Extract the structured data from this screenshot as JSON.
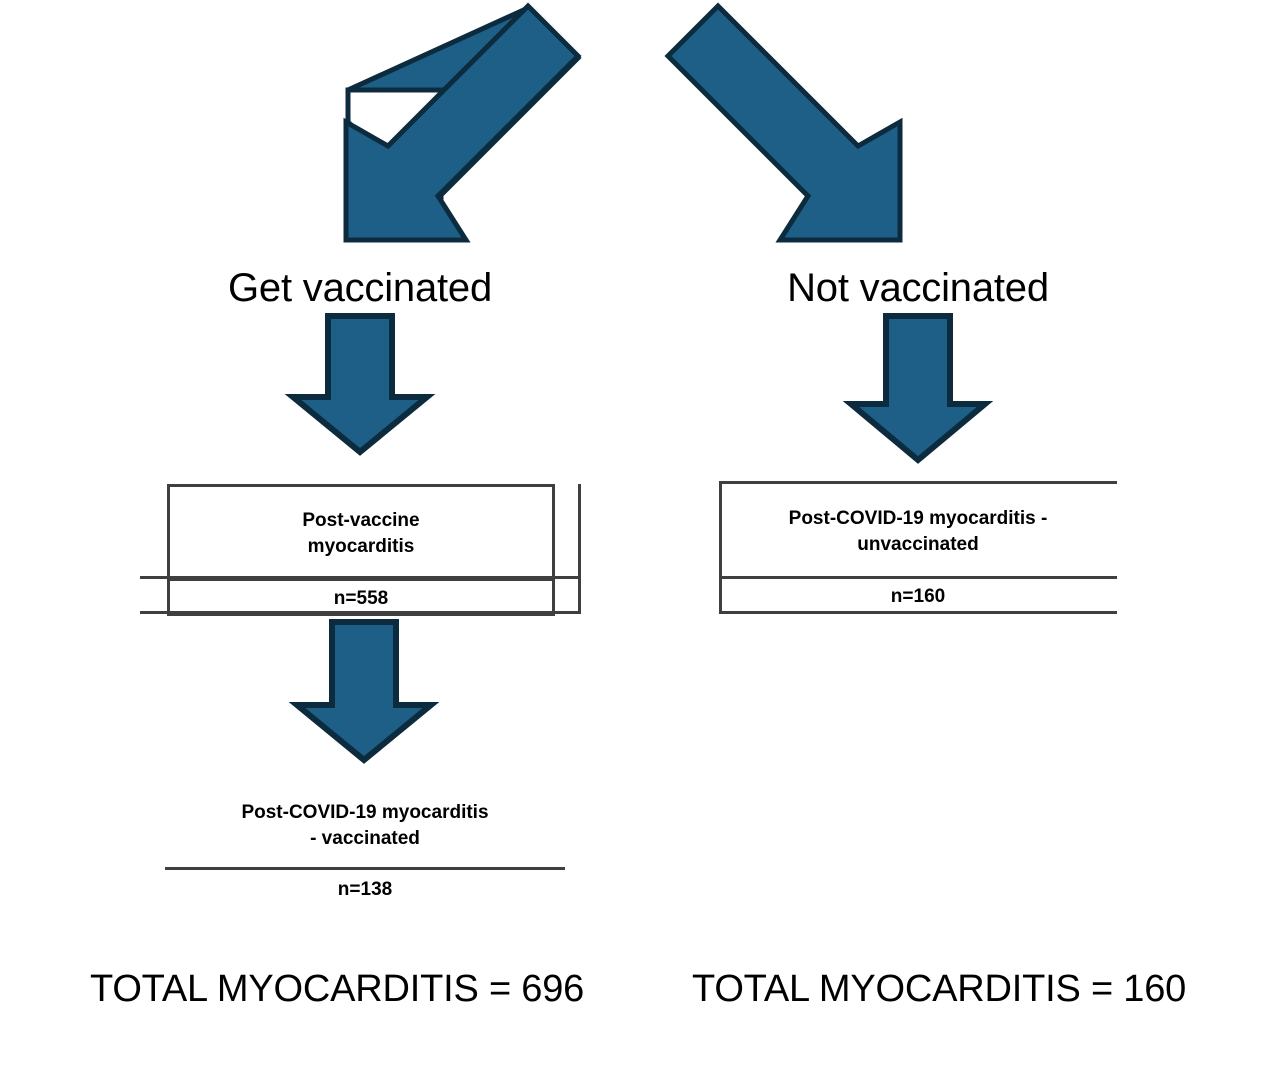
{
  "diagram": {
    "type": "flowchart",
    "title_visible": false,
    "colors": {
      "arrow_fill": "#1d5f86",
      "arrow_stroke": "#0d2b3e",
      "box_border": "#3f3f3f",
      "text": "#000000",
      "background": "#ffffff"
    },
    "branches": [
      {
        "id": "vaccinated",
        "label": "Get vaccinated",
        "nodes": [
          {
            "id": "post-vaccine-myocarditis",
            "title": "Post-vaccine myocarditis",
            "title_lines": [
              "Post-vaccine",
              "myocarditis"
            ],
            "count_label": "n=558",
            "count": 558
          },
          {
            "id": "post-covid-myocarditis-vaccinated",
            "title": "Post-COVID-19 myocarditis - vaccinated",
            "title_lines": [
              "Post-COVID-19 myocarditis",
              "- vaccinated"
            ],
            "count_label": "n=138",
            "count": 138
          }
        ],
        "total_label": "TOTAL MYOCARDITIS = 696",
        "total": 696
      },
      {
        "id": "unvaccinated",
        "label": "Not vaccinated",
        "nodes": [
          {
            "id": "post-covid-myocarditis-unvaccinated",
            "title": "Post-COVID-19 myocarditis - unvaccinated",
            "title_lines": [
              "Post-COVID-19 myocarditis -",
              "unvaccinated"
            ],
            "count_label": "n=160",
            "count": 160
          }
        ],
        "total_label": "TOTAL MYOCARDITIS = 160",
        "total": 160
      }
    ],
    "arrows": [
      {
        "id": "diagonal-left",
        "direction": "down-left",
        "semantic": "branch-to-vaccinated"
      },
      {
        "id": "diagonal-right",
        "direction": "down-right",
        "semantic": "branch-to-unvaccinated"
      },
      {
        "id": "vertical-vaccinated",
        "direction": "down",
        "semantic": "get-vaccinated-to-post-vaccine-myocarditis"
      },
      {
        "id": "vertical-unvaccinated",
        "direction": "down",
        "semantic": "not-vaccinated-to-post-covid-unvaccinated"
      },
      {
        "id": "vertical-vaccinated-2",
        "direction": "down",
        "semantic": "post-vaccine-to-post-covid-vaccinated"
      }
    ]
  }
}
